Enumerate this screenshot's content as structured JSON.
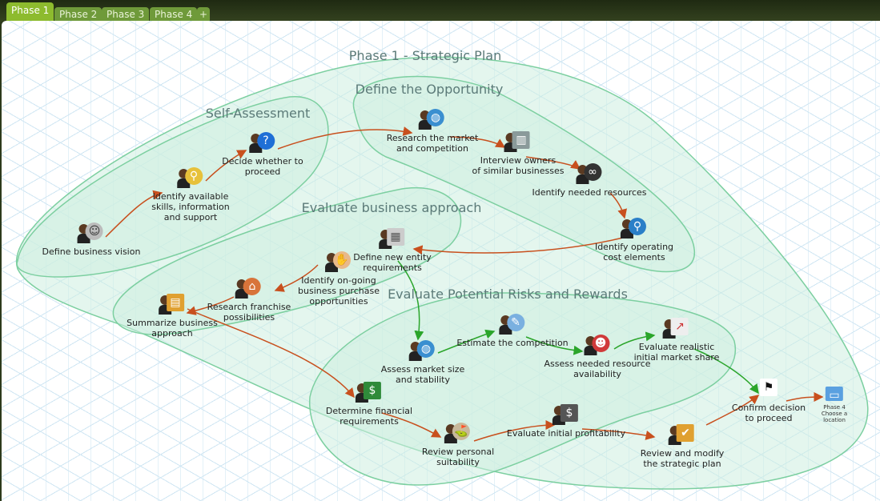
{
  "tabs": [
    {
      "label": "Phase 1",
      "active": true
    },
    {
      "label": "Phase 2"
    },
    {
      "label": "Phase 3"
    },
    {
      "label": "Phase 4"
    },
    {
      "label": "+"
    }
  ],
  "regions": {
    "phase": "Phase 1 - Strategic Plan",
    "self": "Self-Assessment",
    "opportunity": "Define the Opportunity",
    "approach": "Evaluate business approach",
    "risks": "Evaluate Potential Risks and Rewards"
  },
  "nodes": {
    "vision": {
      "l1": "Define business vision",
      "icon": "businessman-icon"
    },
    "skills": {
      "l1": "Identify available",
      "l2": "skills, information",
      "l3": "and support",
      "icon": "team-search-icon"
    },
    "decide": {
      "l1": "Decide whether to",
      "l2": "proceed",
      "icon": "question-icon"
    },
    "market": {
      "l1": "Research the market",
      "l2": "and competition",
      "icon": "globe-icon"
    },
    "interview": {
      "l1": "Interview owners",
      "l2": "of similar businesses",
      "icon": "buildings-icon"
    },
    "resources": {
      "l1": "Identify needed resources",
      "icon": "binoculars-icon"
    },
    "cost": {
      "l1": "Identify operating",
      "l2": "cost elements",
      "icon": "magnifier-icon"
    },
    "entity": {
      "l1": "Define new entity",
      "l2": "requirements",
      "icon": "building-icon"
    },
    "purchase": {
      "l1": "Identify on-going",
      "l2": "business purchase",
      "l3": "opportunities",
      "icon": "handshake-icon"
    },
    "franchise": {
      "l1": "Research franchise",
      "l2": "possibilities",
      "icon": "house-icon"
    },
    "summarize": {
      "l1": "Summarize business",
      "l2": "approach",
      "icon": "folder-icon"
    },
    "size": {
      "l1": "Assess market size",
      "l2": "and stability",
      "icon": "globe-icon"
    },
    "competition": {
      "l1": "Estimate the competition",
      "icon": "document-icon"
    },
    "availability": {
      "l1": "Assess needed resource",
      "l2": "availability",
      "icon": "people-icon"
    },
    "share": {
      "l1": "Evaluate realistic",
      "l2": "initial market share",
      "icon": "chart-board-icon"
    },
    "confirm": {
      "l1": "Confirm decision",
      "l2": "to proceed",
      "icon": "checkered-flag-icon"
    },
    "phase4": {
      "l1": "Phase 4",
      "l2": "Choose a",
      "l3": "location",
      "icon": "map-icon"
    },
    "financial": {
      "l1": "Determine financial",
      "l2": "requirements",
      "icon": "money-icon"
    },
    "personal": {
      "l1": "Review personal",
      "l2": "suitability",
      "icon": "golfer-icon"
    },
    "profit": {
      "l1": "Evaluate initial profitability",
      "icon": "cash-icon"
    },
    "review": {
      "l1": "Review and modify",
      "l2": "the strategic plan",
      "icon": "folder-check-icon"
    }
  },
  "colors": {
    "region_fill": "#cdeee0",
    "region_stroke": "#7ccfa0",
    "arrow_orange": "#c8501e",
    "arrow_green": "#2aa52a"
  }
}
